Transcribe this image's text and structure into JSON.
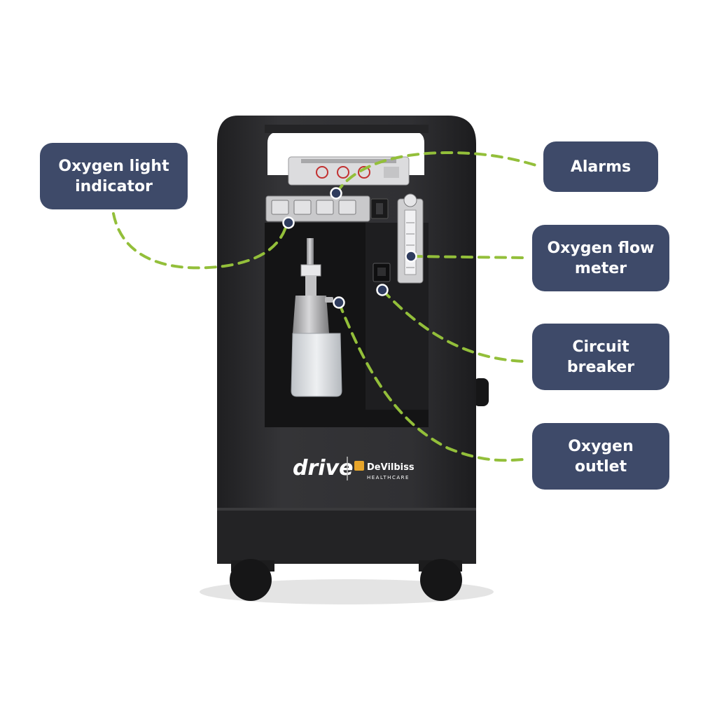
{
  "device": {
    "brand_primary": "drive",
    "brand_secondary": "DeVilbiss",
    "brand_secondary_sub": "HEALTHCARE"
  },
  "callouts": {
    "oxygen_light_indicator": {
      "line1": "Oxygen light",
      "line2": "indicator"
    },
    "alarms": {
      "line1": "Alarms"
    },
    "oxygen_flow_meter": {
      "line1": "Oxygen flow",
      "line2": "meter"
    },
    "circuit_breaker": {
      "line1": "Circuit",
      "line2": "breaker"
    },
    "oxygen_outlet": {
      "line1": "Oxygen",
      "line2": "outlet"
    }
  },
  "colors": {
    "callout_fill": "#3e4a69",
    "leader_line": "#93bf3a",
    "marker_fill": "#2f3c5e",
    "device_body": "#2b2b2d"
  }
}
